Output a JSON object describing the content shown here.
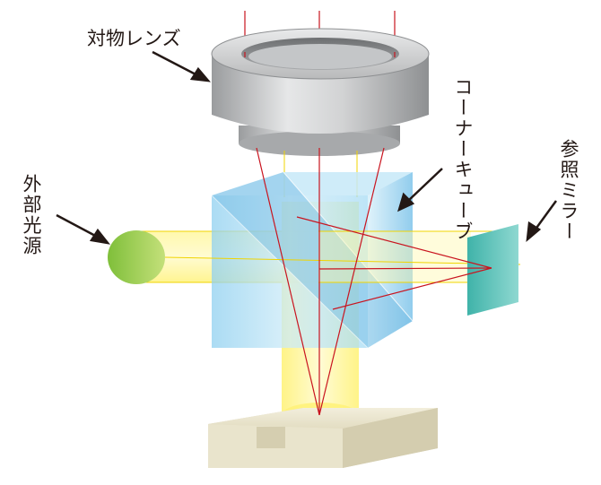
{
  "labels": {
    "objective_lens": "対物レンズ",
    "corner_cube": "コーナーキューブ",
    "reference_mirror": "参照ミラー",
    "external_light_source": "外部光源"
  },
  "colors": {
    "lens_body": "#c9caca",
    "lens_dark": "#8d8f91",
    "beam_yellow": "#fff36a",
    "beam_edge": "#f0d400",
    "cube_blue": "#9fd7f2",
    "cube_blue_dark": "#5fb5e3",
    "mirror_teal": "#5cc4bc",
    "source_green": "#8cc63f",
    "ray_red": "#c9141f",
    "stage_beige": "#ebe6cf",
    "label_text": "#231815"
  }
}
